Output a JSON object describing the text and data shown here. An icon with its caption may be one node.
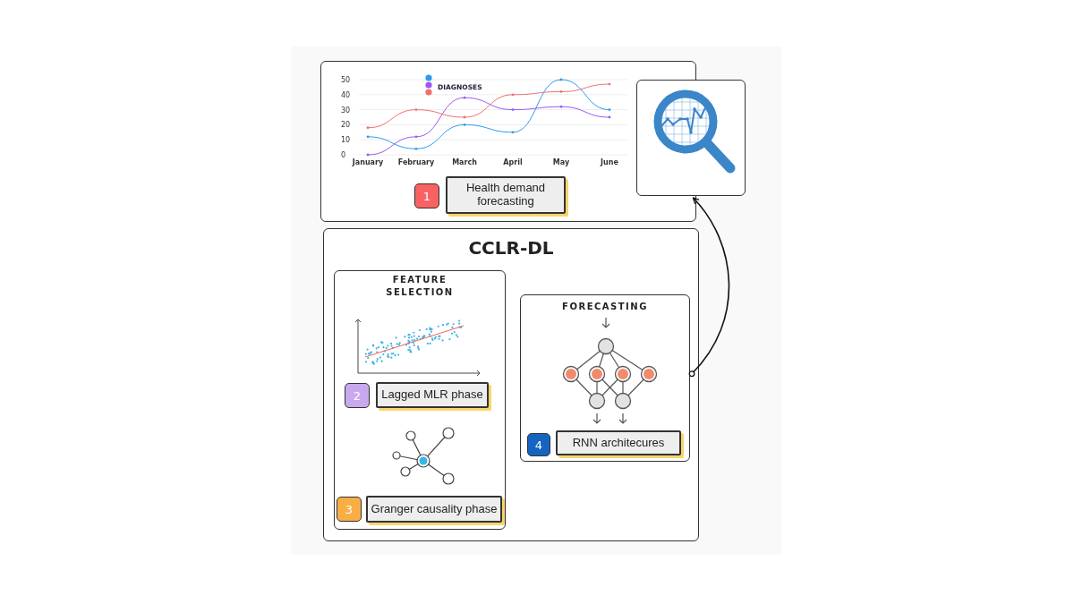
{
  "diagram": {
    "nodes": [
      {
        "text": [],
        "shape": "box"
      },
      {
        "text": [
          "1"
        ],
        "in": 0
      },
      {
        "text": [
          "Health demand forecasting"
        ],
        "in": 0
      },
      {
        "text": [],
        "shape": "box"
      },
      {
        "text": [
          "CCLR-DL"
        ]
      },
      {
        "text": [
          "FEATURE SELECTION"
        ],
        "in": 4
      },
      {
        "text": [
          "2"
        ],
        "in": 5
      },
      {
        "text": [
          "Lagged MLR phase"
        ],
        "in": 5
      },
      {
        "text": [
          "3"
        ],
        "in": 5
      },
      {
        "text": [
          "Granger causality phase"
        ],
        "in": 5
      },
      {
        "text": [
          "FORECASTING"
        ],
        "in": 4
      },
      {
        "text": [
          "4"
        ],
        "in": 10
      },
      {
        "text": [
          "RNN architecures"
        ],
        "in": 10
      }
    ],
    "edges": [
      {
        "from": 10,
        "to": 3,
        "arrow": "to"
      }
    ],
    "chart_data": {
      "type": "line",
      "grid": true,
      "title": "DIAGNOSES",
      "categories": [
        "January",
        "February",
        "March",
        "April",
        "May",
        "June"
      ],
      "ylim": [
        0,
        50
      ],
      "yticks": [
        0,
        10,
        20,
        30,
        40,
        50
      ],
      "series": [
        {
          "color": "#2e9bf0",
          "values": [
            12,
            4,
            20,
            15,
            50,
            30
          ]
        },
        {
          "color": "#9b59f5",
          "values": [
            0,
            12,
            38,
            30,
            32,
            25
          ]
        },
        {
          "color": "#f07070",
          "values": [
            18,
            30,
            25,
            40,
            42,
            47
          ]
        }
      ]
    }
  }
}
